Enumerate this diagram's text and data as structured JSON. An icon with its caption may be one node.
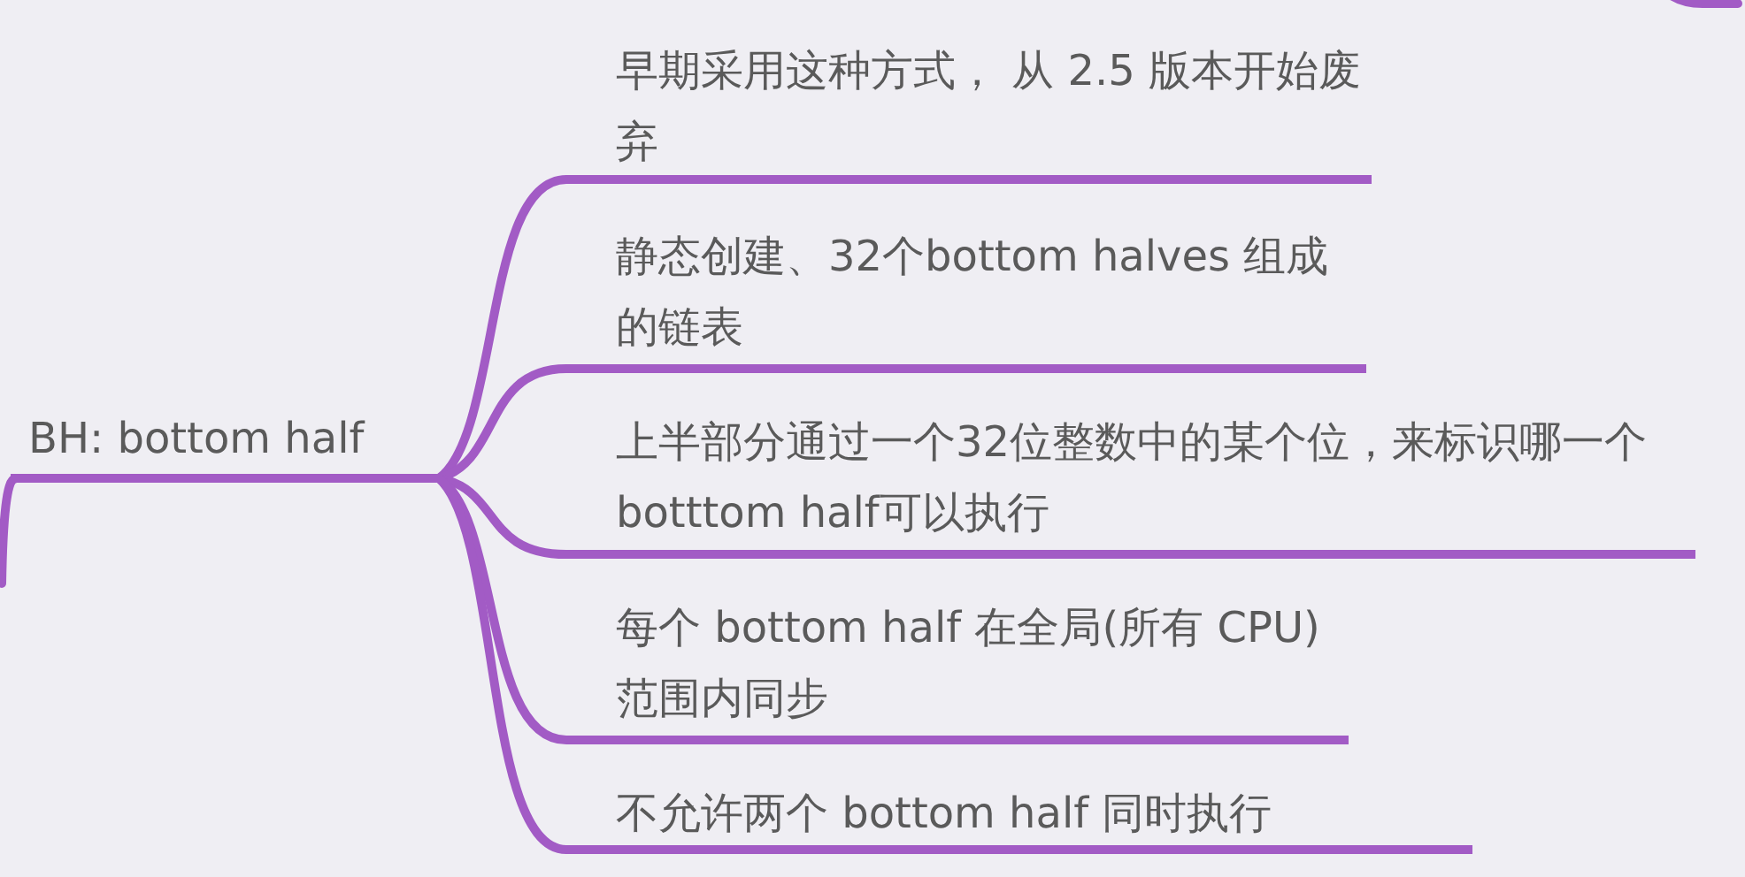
{
  "diagram": {
    "nodes": [
      {
        "text": [
          "BH: bottom half"
        ]
      },
      {
        "text": [
          "早期采用这种方式， 从 2.5 版本开始废弃"
        ]
      },
      {
        "text": [
          "静态创建、32个bottom halves 组成的链表"
        ]
      },
      {
        "text": [
          "上半部分通过一个32位整数中的某个位，来标识哪一个 botttom half可以执行"
        ]
      },
      {
        "text": [
          "每个 bottom half 在全局(所有 CPU)范围内同步"
        ]
      },
      {
        "text": [
          "不允许两个 bottom half 同时执行"
        ]
      }
    ],
    "edges": [
      {
        "from": 0,
        "to": 1,
        "arrow": "none"
      },
      {
        "from": 0,
        "to": 2,
        "arrow": "none"
      },
      {
        "from": 0,
        "to": 3,
        "arrow": "none"
      },
      {
        "from": 0,
        "to": 4,
        "arrow": "none"
      },
      {
        "from": 0,
        "to": 5,
        "arrow": "none"
      }
    ]
  }
}
